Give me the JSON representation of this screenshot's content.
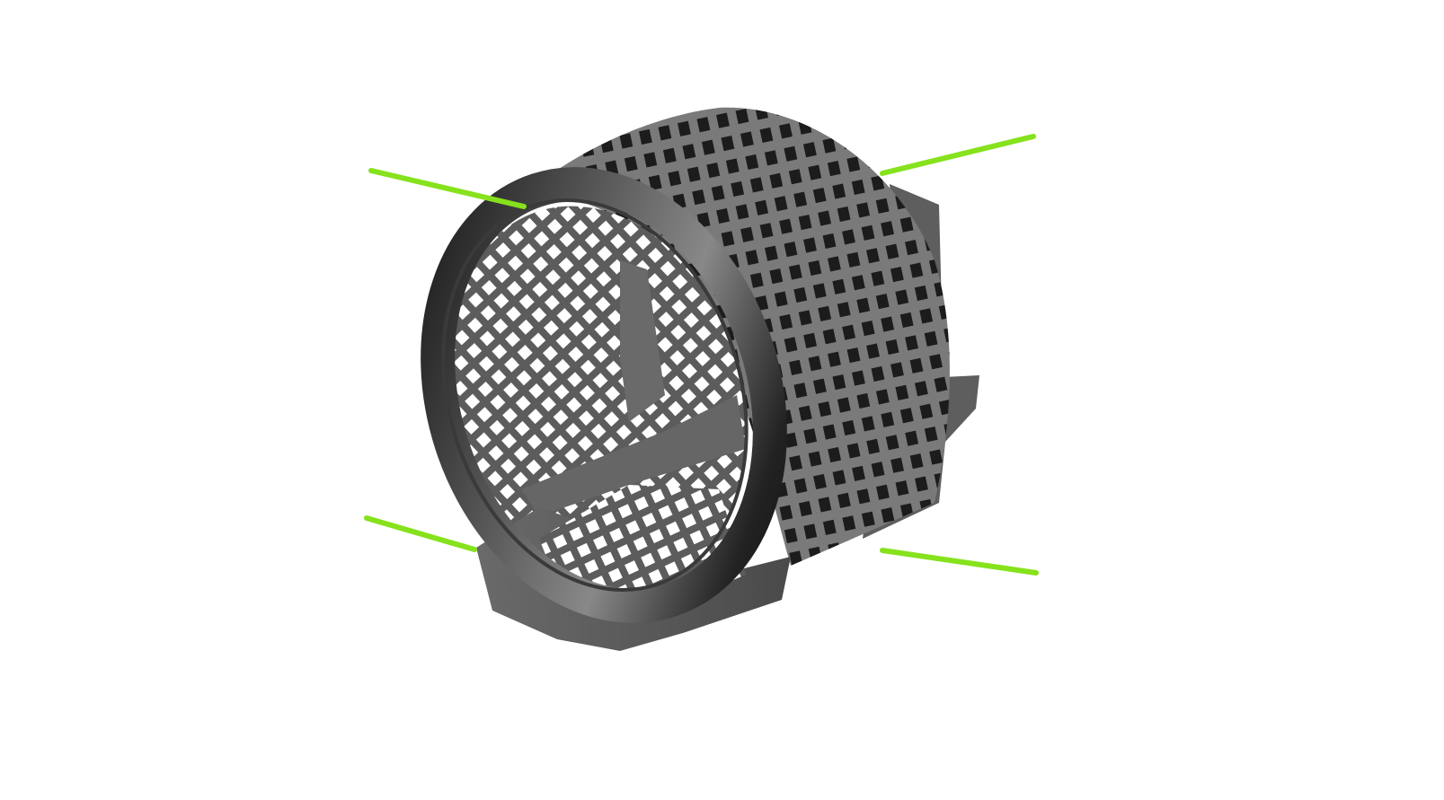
{
  "figure": {
    "subject": "drum-screen",
    "colors": {
      "background": "#ffffff",
      "callout": "#86e21c",
      "metal_light": "#8a8a8a",
      "metal_mid": "#666666",
      "metal_dark": "#1e1e1e"
    },
    "callouts": [
      {
        "id": "callout-top-left"
      },
      {
        "id": "callout-top-right"
      },
      {
        "id": "callout-bottom-left"
      },
      {
        "id": "callout-bottom-right"
      }
    ]
  }
}
